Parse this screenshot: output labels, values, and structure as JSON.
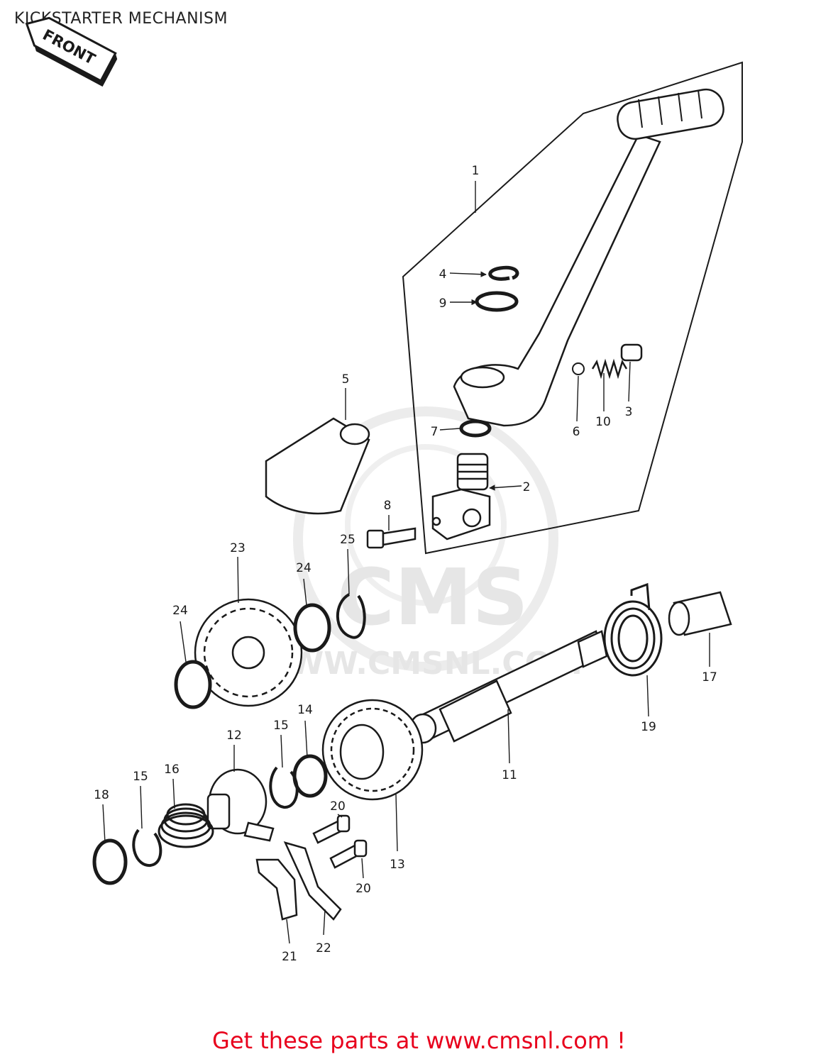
{
  "title": "KICKSTARTER MECHANISM",
  "front_badge": "FRONT",
  "watermark": {
    "logo": "CMS",
    "url": "WWW.CMSNL.COM"
  },
  "footer_link": "Get these parts at www.cmsnl.com !",
  "colors": {
    "line": "#1a1a1a",
    "watermark": "#e6e6e6",
    "link": "#e8001c",
    "fill": "#ffffff"
  },
  "parts": [
    {
      "key": "lever",
      "label": "1"
    },
    {
      "key": "lever_boss",
      "label": "2"
    },
    {
      "key": "ball_cap",
      "label": "3"
    },
    {
      "key": "circlip_top",
      "label": "4"
    },
    {
      "key": "boot",
      "label": "5"
    },
    {
      "key": "ball",
      "label": "6"
    },
    {
      "key": "oil_seal",
      "label": "7"
    },
    {
      "key": "pinch_bolt",
      "label": "8"
    },
    {
      "key": "washer_top",
      "label": "9"
    },
    {
      "key": "detent_spring",
      "label": "10"
    },
    {
      "key": "shaft",
      "label": "11"
    },
    {
      "key": "ratchet",
      "label": "12"
    },
    {
      "key": "gear",
      "label": "13"
    },
    {
      "key": "washer_mid",
      "label": "14"
    },
    {
      "key": "circlip_mid",
      "label": "15"
    },
    {
      "key": "circlip_low",
      "label": "15"
    },
    {
      "key": "ratchet_spring",
      "label": "16"
    },
    {
      "key": "spring_guide",
      "label": "17"
    },
    {
      "key": "washer_low",
      "label": "18"
    },
    {
      "key": "return_spring",
      "label": "19"
    },
    {
      "key": "screw_upper",
      "label": "20"
    },
    {
      "key": "screw_lower",
      "label": "20"
    },
    {
      "key": "plate_a",
      "label": "21"
    },
    {
      "key": "plate_b",
      "label": "22"
    },
    {
      "key": "idler_gear",
      "label": "23"
    },
    {
      "key": "washer_left",
      "label": "24"
    },
    {
      "key": "washer_right",
      "label": "24"
    },
    {
      "key": "circlip_right",
      "label": "25"
    }
  ]
}
